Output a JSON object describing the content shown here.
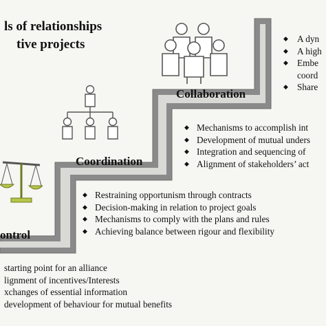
{
  "title": {
    "line1": "ls of relationships",
    "line2": "tive projects"
  },
  "steps": {
    "control": {
      "label": "ontrol",
      "points": [
        "starting point for an alliance",
        "lignment of incentives/Interests",
        "xchanges of essential information",
        "development of behaviour for mutual benefits"
      ]
    },
    "coordination": {
      "label": "Coordination",
      "points": [
        "Restraining opportunism through contracts",
        "Decision-making in relation to project goals",
        "Mechanisms to comply with the plans and rules",
        "Achieving balance between rigour and flexibility"
      ]
    },
    "collaboration": {
      "label": "Collaboration",
      "points": [
        "Mechanisms to accomplish int",
        "Development of mutual unders",
        "Integration and sequencing of",
        "Alignment of stakeholders’ act"
      ]
    },
    "top": {
      "points": [
        "A dyn",
        "A high",
        "Embe",
        "coord",
        "Share"
      ]
    }
  },
  "icons": [
    "scale-icon",
    "hierarchy-people-icon",
    "group-people-icon"
  ],
  "colors": {
    "stair_face": "#8a8a8a",
    "stair_edge": "#6e6e6e",
    "scale_green": "#b7c64a",
    "background": "#f6f6f3"
  }
}
